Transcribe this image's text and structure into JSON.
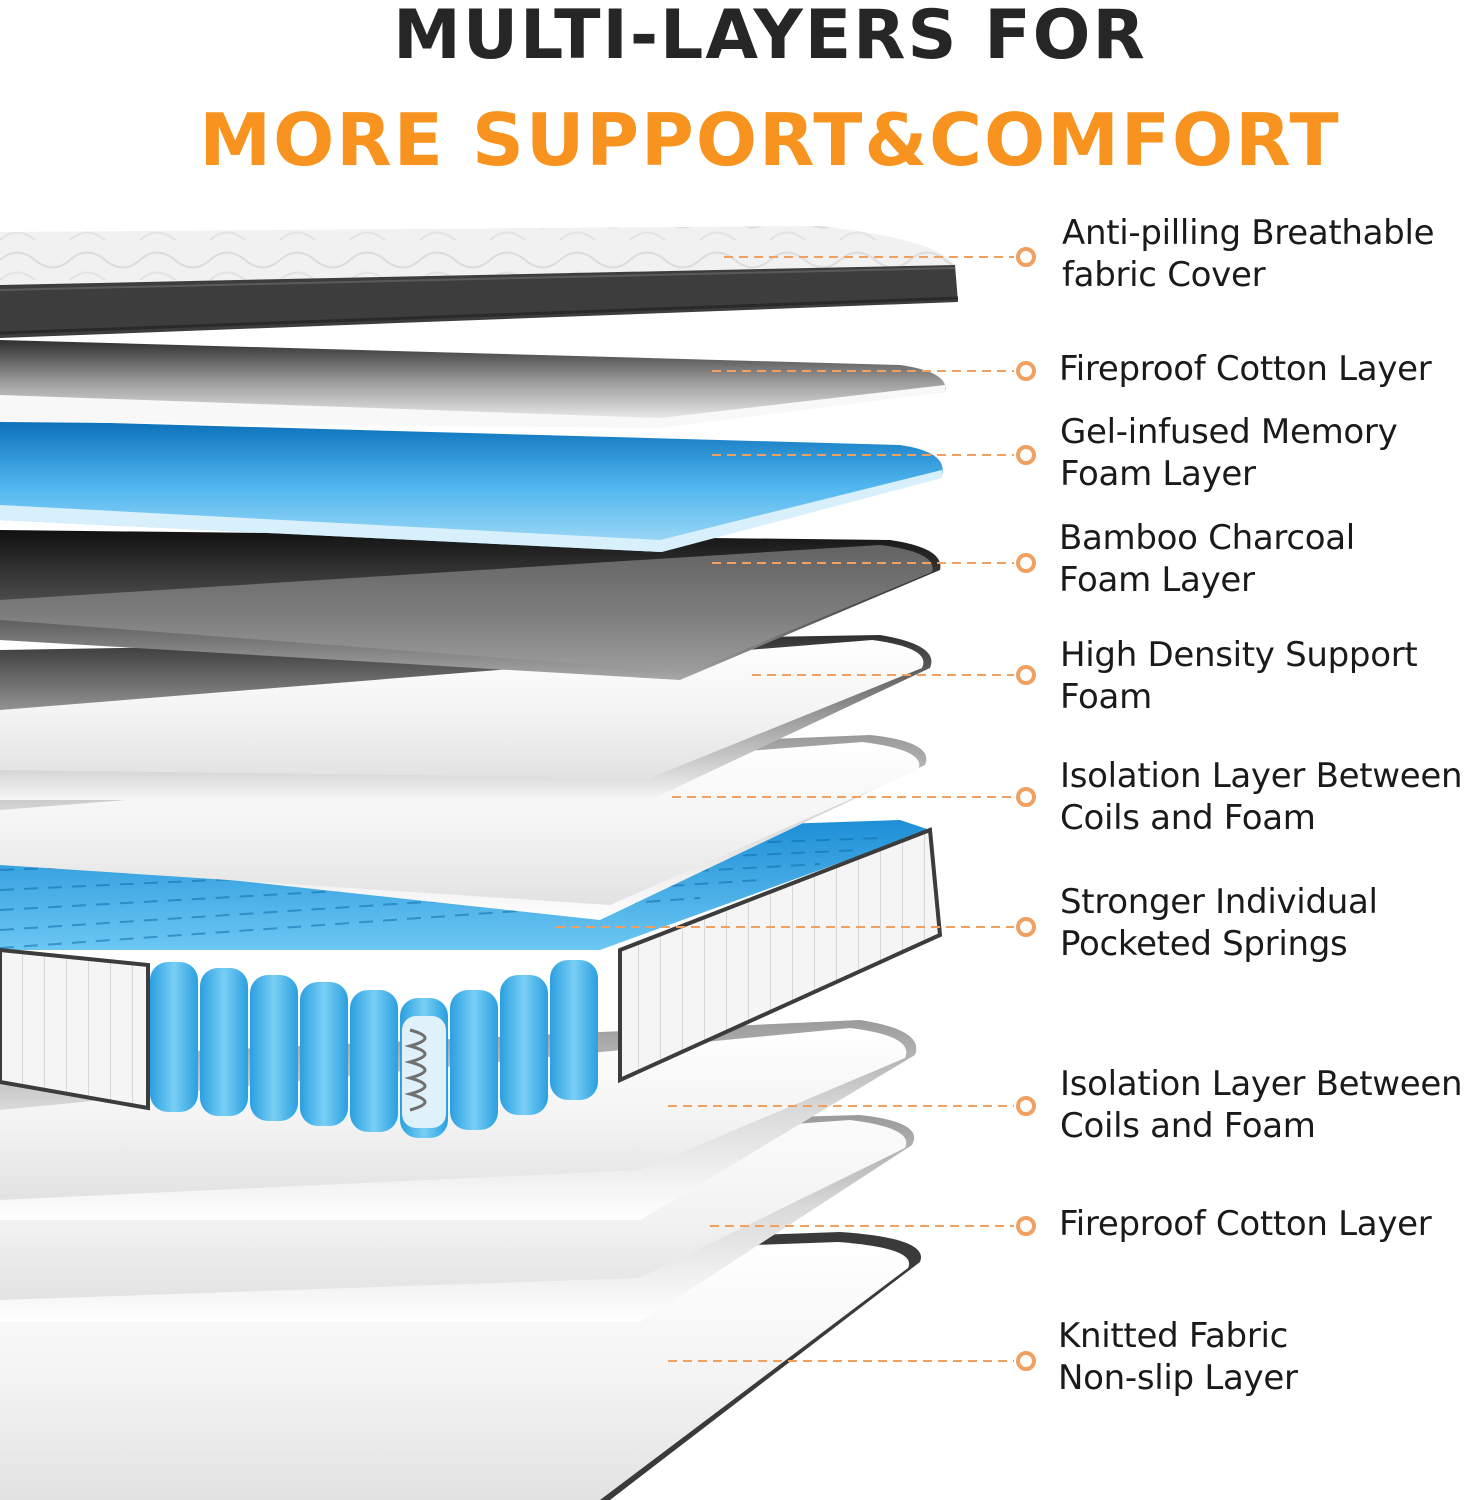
{
  "headline": {
    "line1": "MULTI-LAYERS FOR",
    "line2": "MORE SUPPORT&COMFORT"
  },
  "colors": {
    "headline_dark": "#262626",
    "accent_orange": "#f7931e",
    "label_text": "#1a1a1a",
    "gel_blue": "#5cc3f2",
    "charcoal_gray": "#4a4a4a",
    "foam_white": "#f4f4f4"
  },
  "layers": [
    {
      "line1": "Anti-pilling Breathable",
      "line2": "fabric Cover"
    },
    {
      "line1": "Fireproof Cotton Layer",
      "line2": ""
    },
    {
      "line1": "Gel-infused Memory",
      "line2": "Foam Layer"
    },
    {
      "line1": "Bamboo Charcoal",
      "line2": "Foam Layer"
    },
    {
      "line1": "High Density Support",
      "line2": "Foam"
    },
    {
      "line1": "Isolation Layer Between",
      "line2": "Coils and Foam"
    },
    {
      "line1": "Stronger Individual",
      "line2": "Pocketed Springs"
    },
    {
      "line1": "Isolation Layer Between",
      "line2": "Coils and Foam"
    },
    {
      "line1": "Fireproof Cotton Layer",
      "line2": ""
    },
    {
      "line1": "Knitted Fabric",
      "line2": "Non-slip Layer"
    }
  ]
}
